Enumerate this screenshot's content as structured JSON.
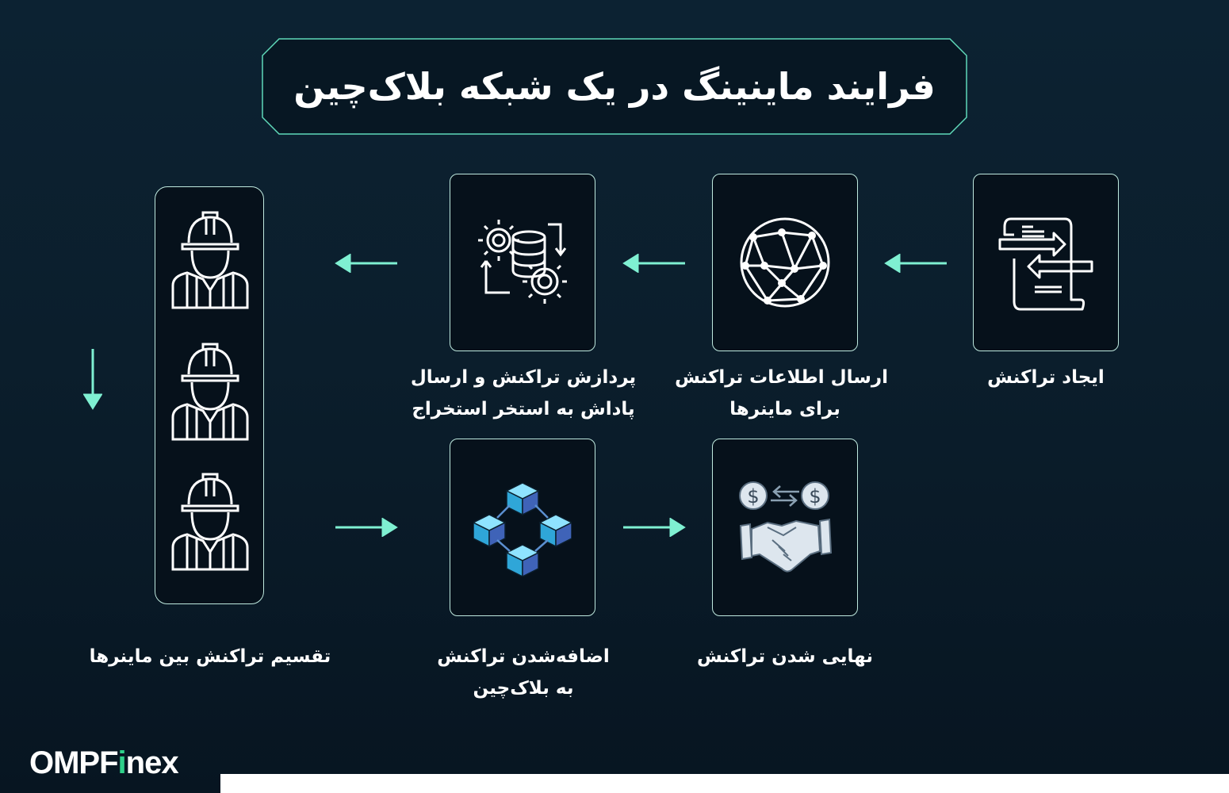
{
  "title": "فرایند ماینینگ در یک شبکه بلاک‌چین",
  "steps": {
    "create": "ایجاد تراکنش",
    "send_line1": "ارسال اطلاعات تراکنش",
    "send_line2": "برای ماینرها",
    "process_line1": "پردازش تراکنش و ارسال",
    "process_line2": "پاداش به استخر استخراج",
    "distribute": "تقسیم تراکنش بین ماینرها",
    "add_line1": "اضافه‌شدن تراکنش",
    "add_line2": "به بلاک‌چین",
    "finalize": "نهایی شدن تراکنش"
  },
  "brand": {
    "prefix": "OMPF",
    "accent": "i",
    "suffix": "nex"
  },
  "colors": {
    "accent": "#7ff0d2",
    "border": "#bfe9df",
    "brand_green": "#2fd08a"
  },
  "icons": [
    "document-transfer-icon",
    "globe-network-icon",
    "gears-database-icon",
    "miner-icon",
    "blockchain-cubes-icon",
    "handshake-dollar-icon"
  ]
}
